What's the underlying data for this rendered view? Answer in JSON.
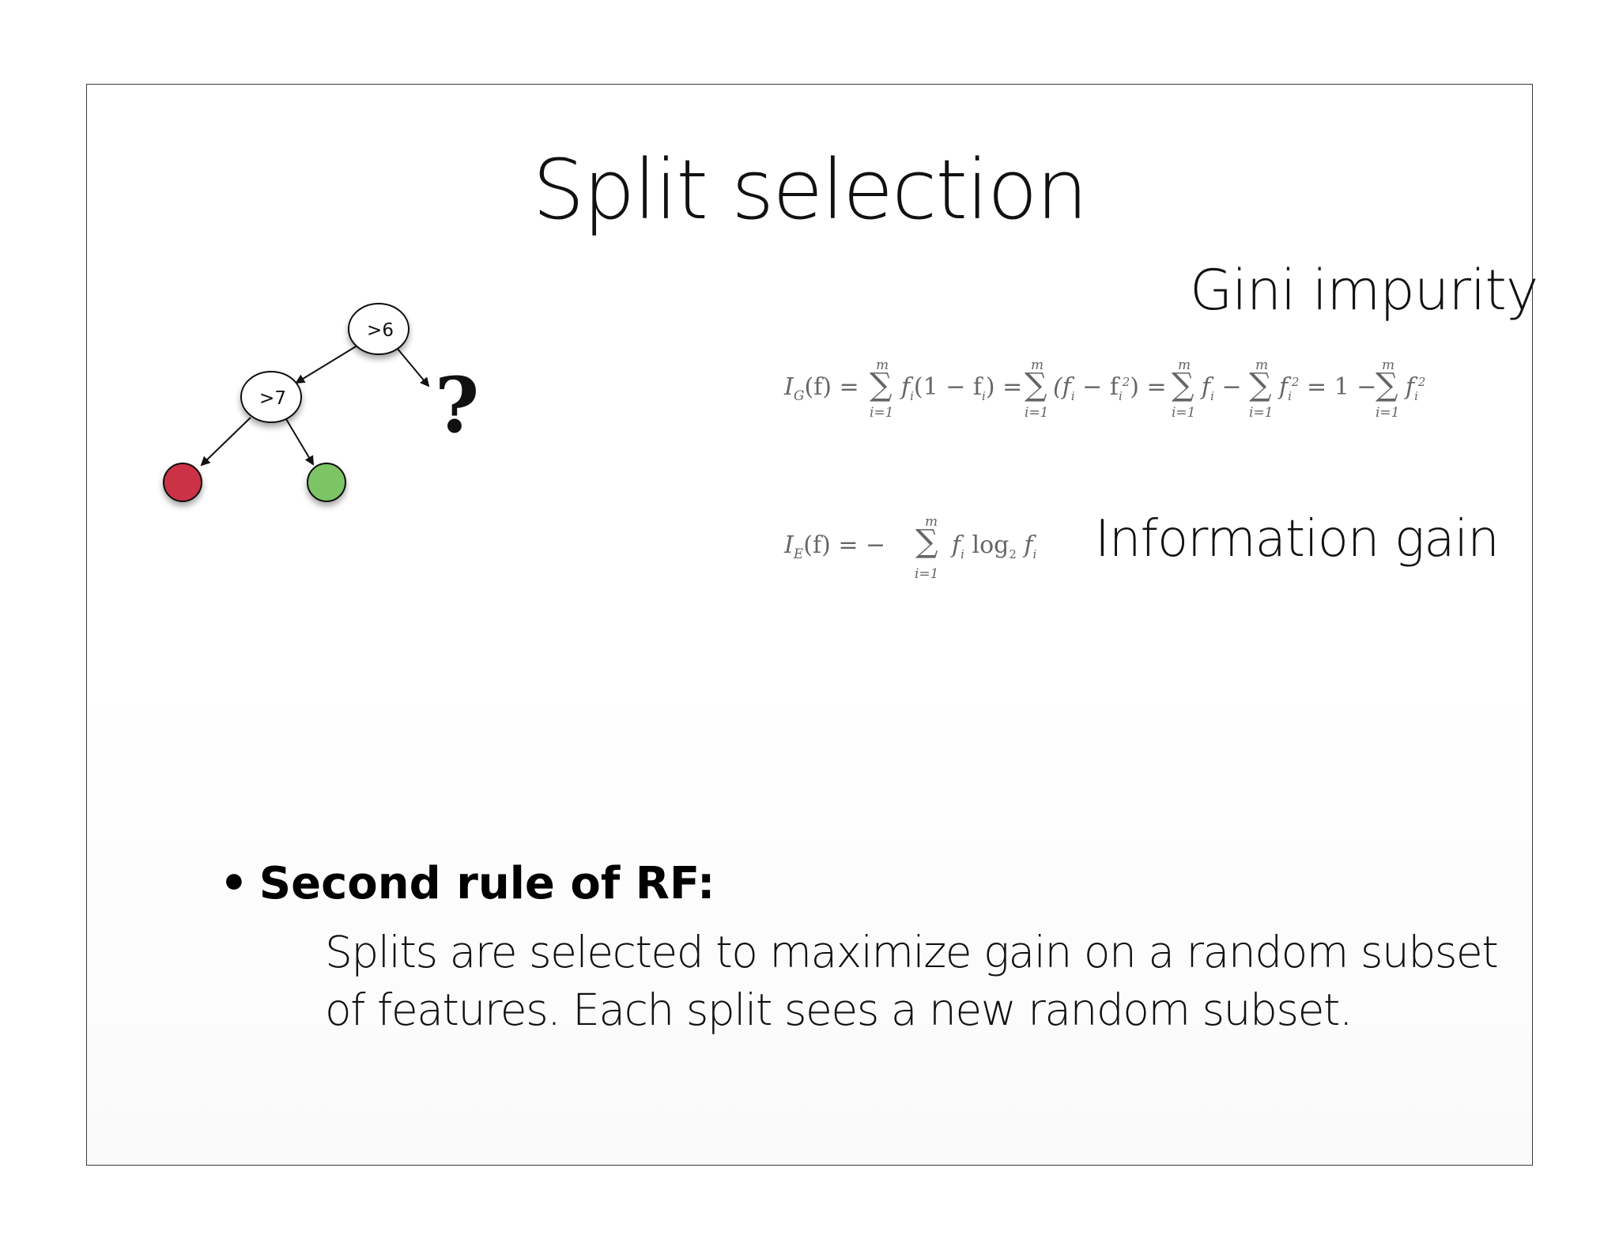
{
  "slide": {
    "title": "Split selection",
    "gini_label": "Gini impurity",
    "info_label": "Information gain"
  },
  "tree": {
    "root_label": ">6",
    "child_label": ">7",
    "unknown_branch": "?",
    "leaf_colors": {
      "left": "#cc3344",
      "right": "#7cc465"
    }
  },
  "formulas": {
    "gini": {
      "lhs": "I",
      "lhs_sub": "G",
      "terms": [
        "(f) = ",
        "f",
        "(1 − f",
        ") = ",
        "(f",
        " − f",
        ") = ",
        "f",
        " − ",
        "f",
        " = 1 − ",
        "f"
      ],
      "upper": "m",
      "lower": "i=1"
    },
    "entropy": {
      "lhs": "I",
      "lhs_sub": "E",
      "rest": "(f) = −",
      "body": "f",
      "log": "log",
      "upper": "m",
      "lower": "i=1"
    }
  },
  "bullet": {
    "marker": "•",
    "heading": "Second rule of RF:",
    "line1": "Splits are selected to maximize gain on a random subset",
    "line2": "of features. Each split sees a new random subset."
  }
}
